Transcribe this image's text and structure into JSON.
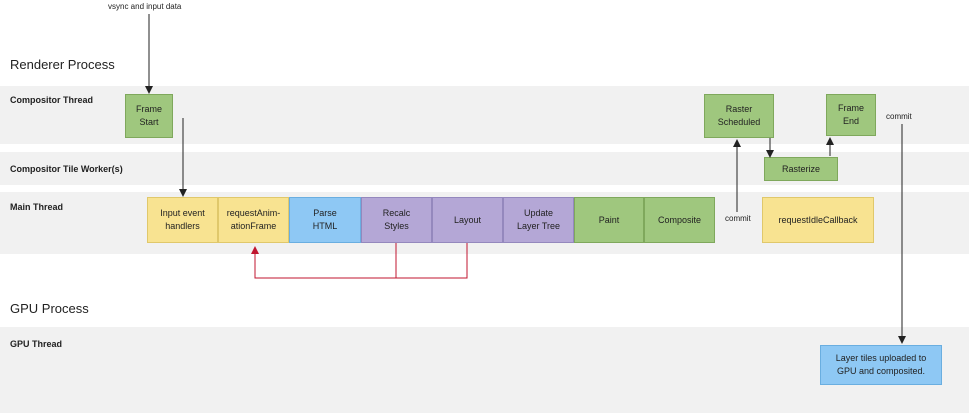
{
  "notes": {
    "vsync": "vsync and input data",
    "commit_top": "commit",
    "commit_main": "commit"
  },
  "renderer": {
    "title": "Renderer Process",
    "threads": {
      "compositor": "Compositor Thread",
      "tile_worker": "Compositor Tile Worker(s)",
      "main": "Main Thread"
    }
  },
  "gpu": {
    "title": "GPU Process",
    "threads": {
      "gpu": "GPU Thread"
    }
  },
  "boxes": {
    "frame_start": "Frame\nStart",
    "raster_scheduled": "Raster\nScheduled",
    "frame_end": "Frame\nEnd",
    "rasterize": "Rasterize",
    "input_handlers": "Input event\nhandlers",
    "request_anim": "requestAnim-\nationFrame",
    "parse_html": "Parse\nHTML",
    "recalc_styles": "Recalc\nStyles",
    "layout": "Layout",
    "update_layer_tree": "Update\nLayer Tree",
    "paint": "Paint",
    "composite": "Composite",
    "request_idle": "requestIdleCallback",
    "layer_tiles": "Layer tiles uploaded to\nGPU and composited."
  },
  "colors": {
    "green": "#9fc77e",
    "yellow": "#f8e391",
    "blue": "#8ec8f4",
    "purple": "#b4a7d6",
    "band": "#f1f1f1",
    "forced_layout_arrow": "#c0152f"
  }
}
